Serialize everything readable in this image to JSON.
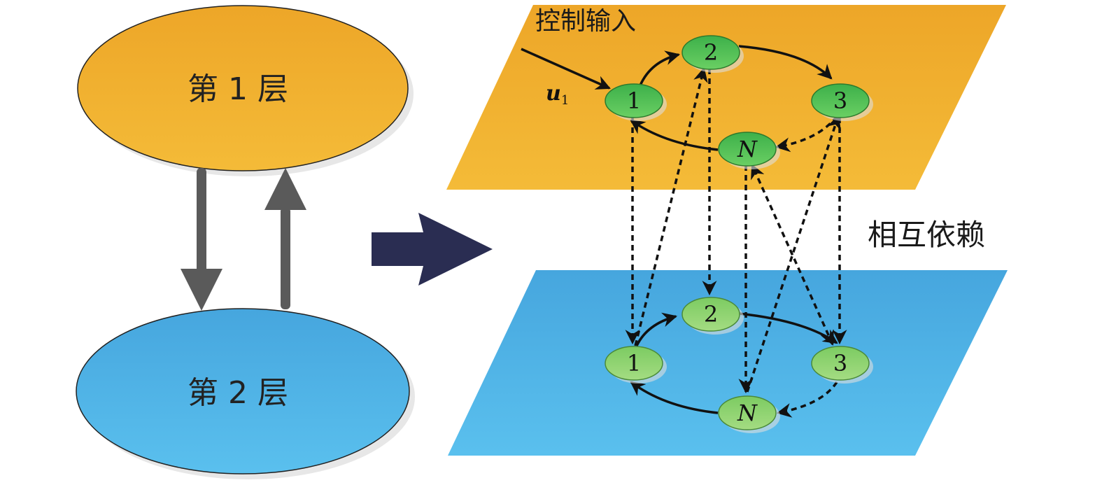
{
  "colors": {
    "layer1": "#f0ac2c",
    "layer2": "#4aaee6",
    "node": "#5cc25c",
    "node_light": "#8fd47a",
    "arrow_dark": "#2a2d52",
    "grey_arrow": "#5a5a5a"
  },
  "left": {
    "layer1_label": "第 1 层",
    "layer2_label": "第 2 层"
  },
  "right": {
    "control_input": "控制输入",
    "u_label": "u",
    "u_sub": "1",
    "interdependence": "相互依赖",
    "top_nodes": [
      "1",
      "2",
      "3",
      "N"
    ],
    "bottom_nodes": [
      "1",
      "2",
      "3",
      "N"
    ]
  }
}
